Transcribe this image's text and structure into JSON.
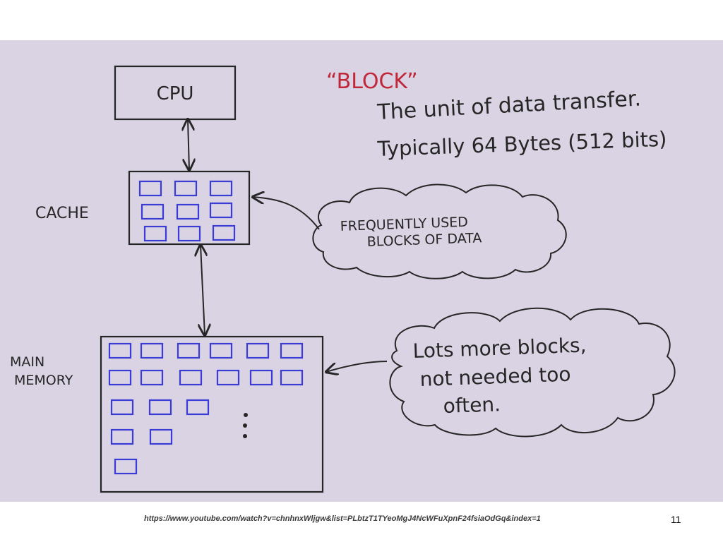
{
  "diagram": {
    "block_title": "“BLOCK”",
    "definition_line1": "The unit of data transfer.",
    "definition_line2": "Typically  64 Bytes (512 bits)",
    "cpu_label": "CPU",
    "cache_label": "CACHE",
    "main_memory_line1": "MAIN",
    "main_memory_line2": "MEMORY",
    "cache_note_line1": "FREQUENTLY USED",
    "cache_note_line2": "BLOCKS OF DATA",
    "memory_note_line1": "Lots more blocks,",
    "memory_note_line2": "not needed too",
    "memory_note_line3": "often.",
    "colors": {
      "block": "#3b3bd6",
      "title": "#c0283a",
      "ink": "#262626",
      "board": "#d9d3e3"
    }
  },
  "footer": {
    "url": "https://www.youtube.com/watch?v=chnhnxWljgw&list=PLbtzT1TYeoMgJ4NcWFuXpnF24fsiaOdGq&index=1",
    "page_number": "11"
  }
}
